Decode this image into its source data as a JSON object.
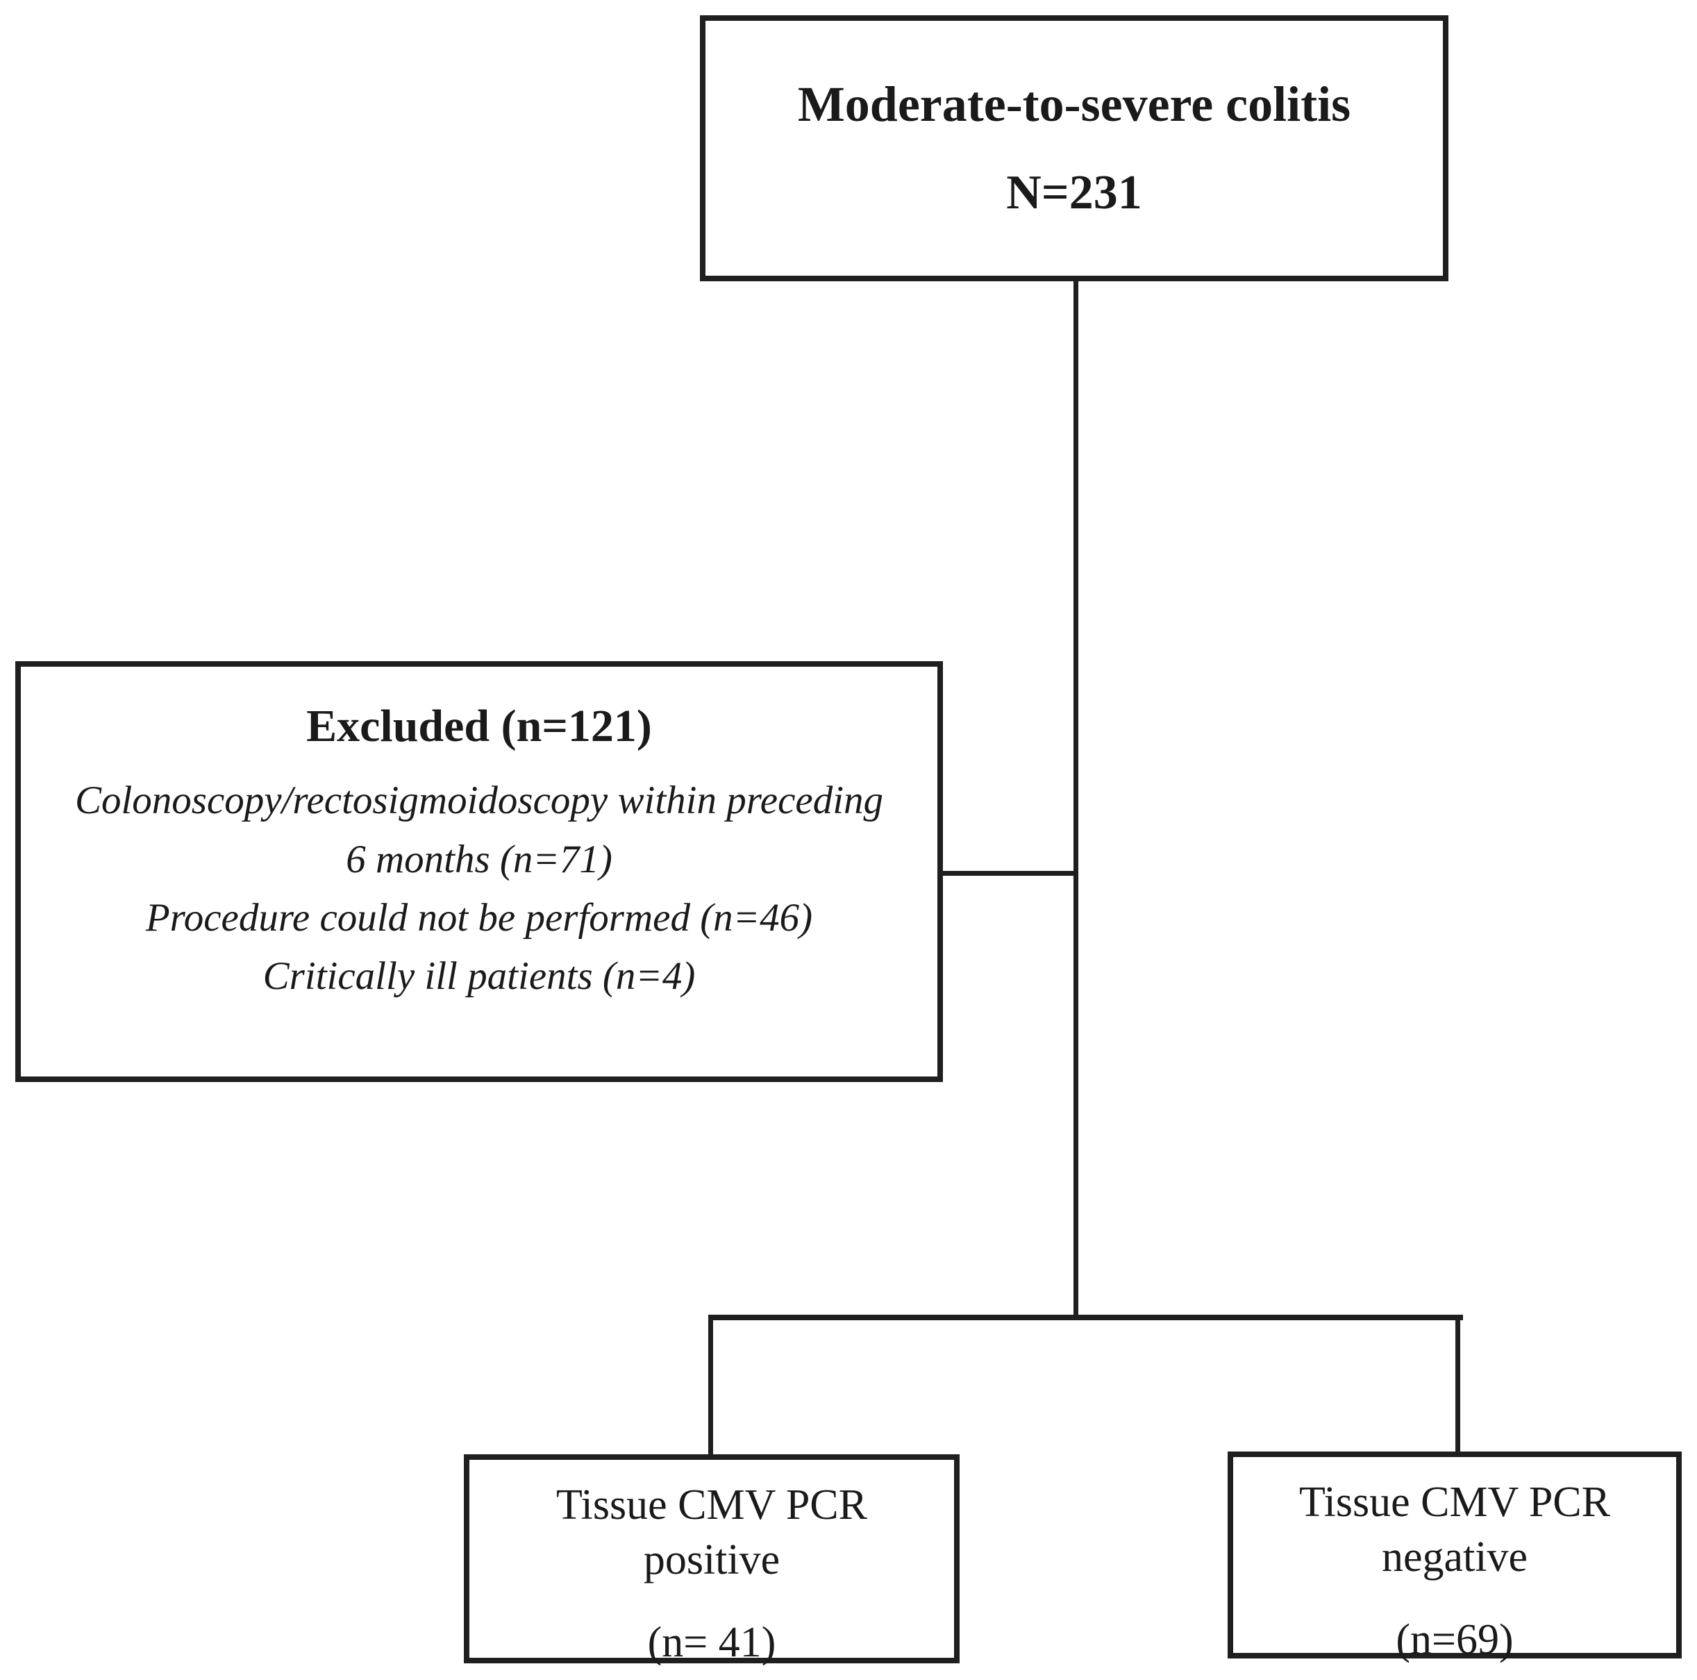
{
  "diagram": {
    "type": "study-flow-diagram",
    "nodes": {
      "root": {
        "label": "Moderate-to-severe colitis",
        "count": "N=231"
      },
      "excluded": {
        "title": "Excluded (n=121)",
        "reasons": [
          "Colonoscopy/rectosigmoidoscopy within preceding 6 months (n=71)",
          "Procedure could not be performed (n=46)",
          "Critically ill patients (n=4)"
        ]
      },
      "pcr_positive": {
        "line1": "Tissue CMV PCR",
        "line2": "positive",
        "count": "(n= 41)"
      },
      "pcr_negative": {
        "line1": "Tissue CMV PCR",
        "line2": "negative",
        "count": "(n=69)"
      }
    },
    "colors": {
      "line": "#1f1f1f",
      "text": "#1a1a1a",
      "background": "#ffffff"
    }
  }
}
